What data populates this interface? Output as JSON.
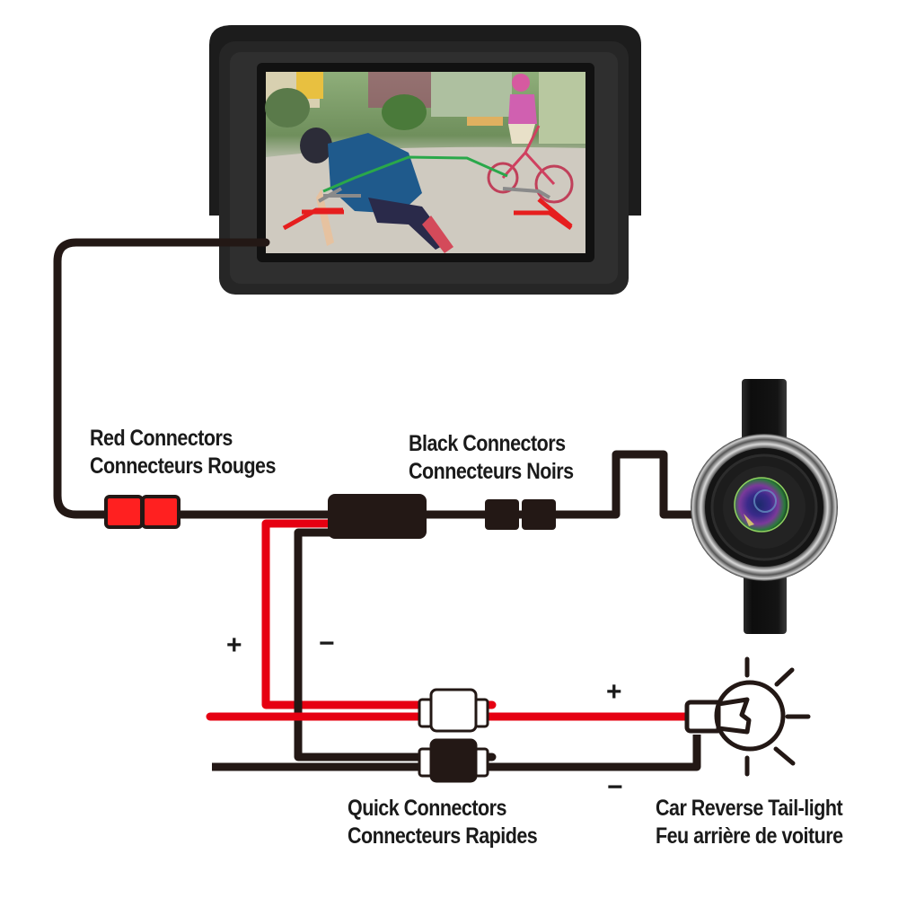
{
  "diagram": {
    "title": "Backup camera wiring diagram",
    "colors": {
      "wire_black": "#231815",
      "wire_red": "#e60012",
      "connector_red": "#ff2020",
      "background": "#ffffff"
    },
    "components": {
      "monitor": {
        "name": "Monitor",
        "screen_content": "rear-view camera image with parking guide lines"
      },
      "camera": {
        "name": "Backup camera"
      },
      "tail_light": {
        "name": "Car reverse tail-light bulb"
      }
    },
    "labels": {
      "red_connectors": {
        "en": "Red Connectors",
        "fr": "Connecteurs Rouges"
      },
      "black_connectors": {
        "en": "Black Connectors",
        "fr": "Connecteurs Noirs"
      },
      "quick_connectors": {
        "en": "Quick Connectors",
        "fr": "Connecteurs Rapides"
      },
      "tail_light": {
        "en": "Car Reverse Tail-light",
        "fr": "Feu arrière de voiture"
      }
    },
    "polarity": {
      "branch_plus": "+",
      "branch_minus": "−",
      "light_plus": "+",
      "light_minus": "−"
    }
  }
}
